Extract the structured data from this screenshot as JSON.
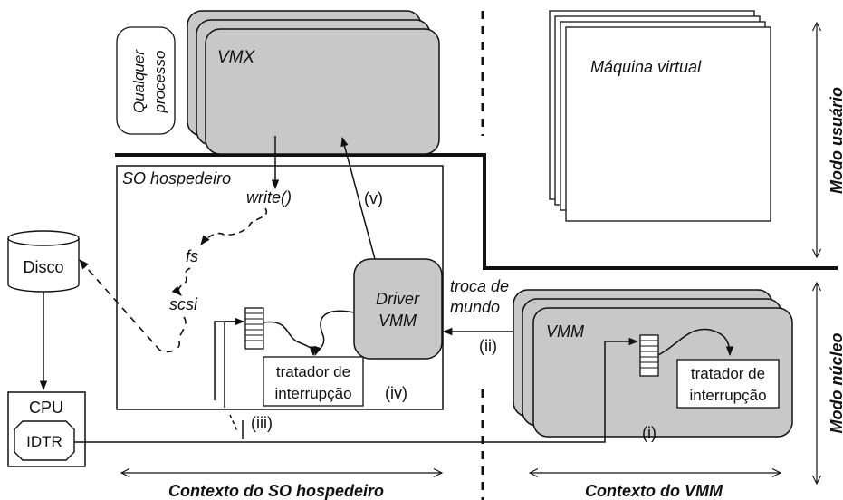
{
  "vmx_label": "VMX",
  "any_process_line1": "Qualquer",
  "any_process_line2": "processo",
  "virtual_machine_label": "Máquina virtual",
  "user_mode_label": "Modo usuário",
  "kernel_mode_label": "Modo núcleo",
  "host_os_label": "SO hospedeiro",
  "write_label": "write()",
  "fs_label": "fs",
  "scsi_label": "scsi",
  "driver_line1": "Driver",
  "driver_line2": "VMM",
  "host_handler_line1": "tratador de",
  "host_handler_line2": "interrupção",
  "vmm_label": "VMM",
  "vmm_handler_line1": "tratador de",
  "vmm_handler_line2": "interrupção",
  "world_switch_line1": "troca de",
  "world_switch_line2": "mundo",
  "disk_label": "Disco",
  "cpu_label": "CPU",
  "idtr_label": "IDTR",
  "step_i": "(i)",
  "step_ii": "(ii)",
  "step_iii": "(iii)",
  "step_iv": "(iv)",
  "step_v": "(v)",
  "host_context_label": "Contexto do SO hospedeiro",
  "vmm_context_label": "Contexto do VMM",
  "colors": {
    "box_fill": "#c8c8c8",
    "line": "#111111",
    "background": "#ffffff"
  }
}
